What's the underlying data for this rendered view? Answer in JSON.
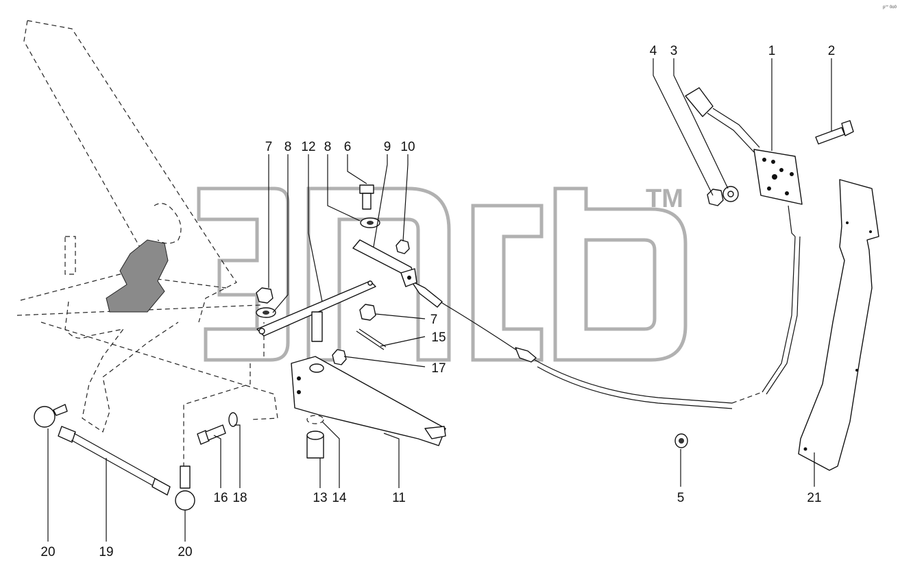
{
  "watermark": {
    "trademark": "TM"
  },
  "corner_code": "p°° 0o0",
  "callouts": [
    "1",
    "2",
    "3",
    "4",
    "5",
    "6",
    "7",
    "8",
    "9",
    "10",
    "11",
    "12",
    "13",
    "14",
    "15",
    "16",
    "17",
    "18",
    "19",
    "20",
    "21"
  ],
  "labels": {
    "l1": "1",
    "l2": "2",
    "l3": "3",
    "l4": "4",
    "l5": "5",
    "l6": "6",
    "l7a": "7",
    "l7b": "7",
    "l8a": "8",
    "l8b": "8",
    "l9": "9",
    "l10": "10",
    "l11": "11",
    "l12": "12",
    "l13": "13",
    "l14": "14",
    "l15": "15",
    "l16": "16",
    "l17": "17",
    "l18": "18",
    "l19": "19",
    "l20a": "20",
    "l20b": "20",
    "l21": "21"
  }
}
